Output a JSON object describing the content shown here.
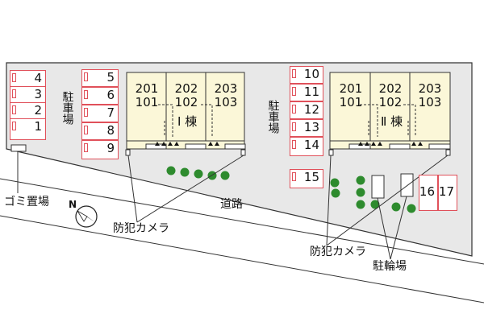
{
  "buildings": [
    {
      "label": "Ⅰ 棟",
      "units": [
        [
          "201",
          "101"
        ],
        [
          "202",
          "102"
        ],
        [
          "203",
          "103"
        ]
      ]
    },
    {
      "label": "Ⅱ 棟",
      "units": [
        [
          "201",
          "101"
        ],
        [
          "202",
          "102"
        ],
        [
          "203",
          "103"
        ]
      ]
    }
  ],
  "parking": {
    "label": "駐車場",
    "lot_a": [
      "4",
      "3",
      "2",
      "1"
    ],
    "lot_b": [
      "5",
      "6",
      "7",
      "8",
      "9"
    ],
    "lot_c": [
      "10",
      "11",
      "12",
      "13",
      "14"
    ],
    "lot_d": [
      "15"
    ],
    "lot_e": [
      "16",
      "17"
    ]
  },
  "labels": {
    "garbage": "ゴミ置場",
    "road": "道路",
    "camera_1": "防犯カメラ",
    "camera_2": "防犯カメラ",
    "bicycle": "駐輪場"
  },
  "colors": {
    "site": "#e8e8e8",
    "building": "#fbf7d8",
    "parking_line": "#e0505a",
    "tree": "#2e8b2e"
  }
}
